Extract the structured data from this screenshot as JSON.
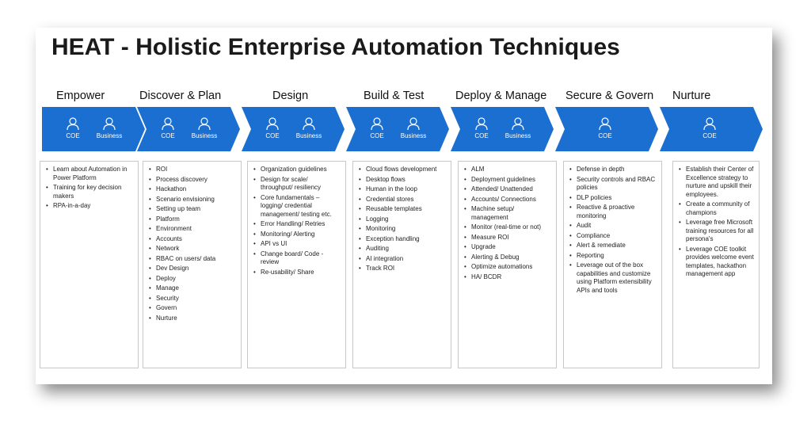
{
  "title": "HEAT - Holistic Enterprise Automation Techniques",
  "colors": {
    "chevron": "#1a6fd1",
    "chevron_light": "#3a86e0"
  },
  "stages": [
    {
      "label": "Empower",
      "roles": [
        "COE",
        "Business"
      ],
      "items": [
        "Learn about Automation in Power Platform",
        "Training for key decision makers",
        "RPA-in-a-day"
      ]
    },
    {
      "label": "Discover & Plan",
      "roles": [
        "COE",
        "Business"
      ],
      "items": [
        "ROI",
        "Process discovery",
        "Hackathon",
        "Scenario envisioning",
        "Setting up team",
        "Platform",
        "Environment",
        "Accounts",
        "Network",
        "RBAC on users/ data",
        "Dev Design",
        "Deploy",
        "Manage",
        "Security",
        "Govern",
        "Nurture"
      ]
    },
    {
      "label": "Design",
      "roles": [
        "COE",
        "Business"
      ],
      "items": [
        "Organization guidelines",
        "Design for scale/ throughput/ resiliency",
        "Core fundamentals – logging/ credential management/ testing etc.",
        "Error Handling/ Retries",
        "Monitoring/ Alerting",
        "API vs UI",
        "Change board/ Code - review",
        "Re-usability/ Share"
      ]
    },
    {
      "label": "Build & Test",
      "roles": [
        "COE",
        "Business"
      ],
      "items": [
        "Cloud flows development",
        "Desktop flows",
        "Human in the loop",
        "Credential stores",
        "Reusable templates",
        "Logging",
        "Monitoring",
        "Exception handling",
        "Auditing",
        "AI integration",
        "Track ROI"
      ]
    },
    {
      "label": "Deploy & Manage",
      "roles": [
        "COE",
        "Business"
      ],
      "items": [
        "ALM",
        "Deployment guidelines",
        "Attended/ Unattended",
        "Accounts/ Connections",
        "Machine setup/ management",
        "Monitor (real-time or not)",
        "Measure ROI",
        "Upgrade",
        "Alerting & Debug",
        "Optimize automations",
        "HA/ BCDR"
      ]
    },
    {
      "label": "Secure & Govern",
      "roles": [
        "COE"
      ],
      "items": [
        "Defense in depth",
        "Security controls and RBAC policies",
        "DLP policies",
        "Reactive & proactive monitoring",
        "Audit",
        "Compliance",
        "Alert & remediate",
        "Reporting",
        "Leverage out of the box capabilities and customize using Platform extensibility APIs and tools"
      ]
    },
    {
      "label": "Nurture",
      "roles": [
        "COE"
      ],
      "items": [
        "Establish their Center of Excellence strategy to nurture and upskill their employees.",
        "Create a community of champions",
        "Leverage free Microsoft training resources for all persona's",
        "Leverage COE toolkit provides welcome event templates, hackathon management app"
      ]
    }
  ]
}
